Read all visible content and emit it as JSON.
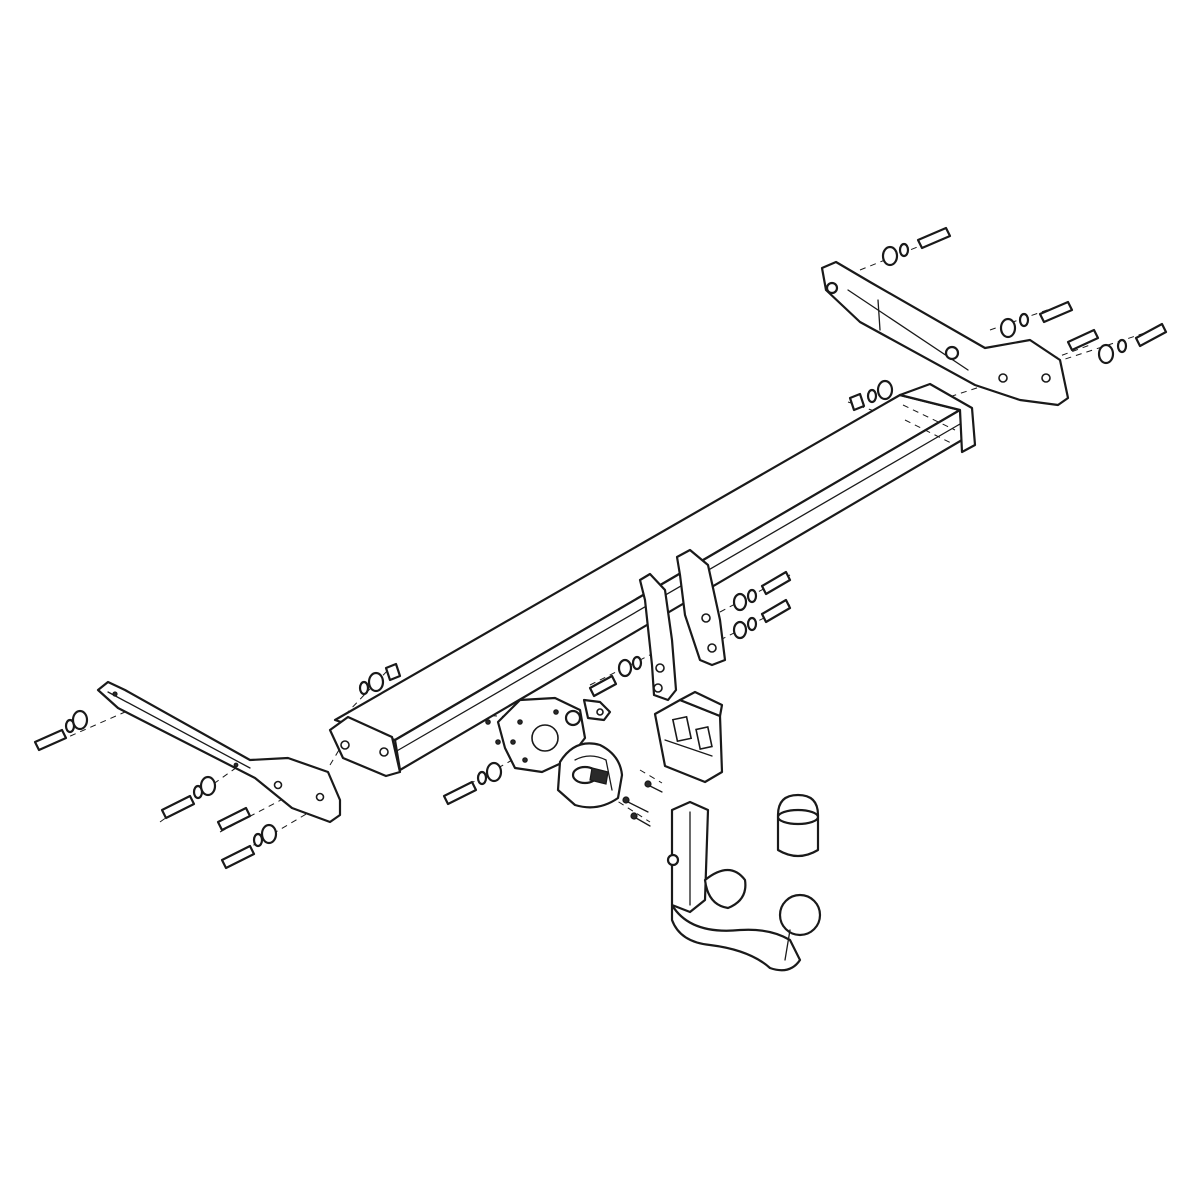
{
  "diagram": {
    "kind": "exploded-assembly",
    "parts": [
      {
        "id": "crossbar",
        "name": "main-crossbar-tube"
      },
      {
        "id": "bracket-left",
        "name": "left-side-bracket"
      },
      {
        "id": "bracket-right",
        "name": "right-side-bracket"
      },
      {
        "id": "mount-plate-center",
        "name": "center-mounting-plates"
      },
      {
        "id": "socket-plate",
        "name": "electrical-socket-plate"
      },
      {
        "id": "socket",
        "name": "electrical-socket"
      },
      {
        "id": "receiver",
        "name": "tow-bar-receiver"
      },
      {
        "id": "tow-ball-neck",
        "name": "detachable-tow-ball-neck"
      },
      {
        "id": "ball-cap",
        "name": "tow-ball-cap"
      },
      {
        "id": "bolts",
        "name": "bolt-washer-nut-sets"
      }
    ],
    "colors": {
      "line": "#1a1a1a",
      "background": "#ffffff"
    }
  }
}
